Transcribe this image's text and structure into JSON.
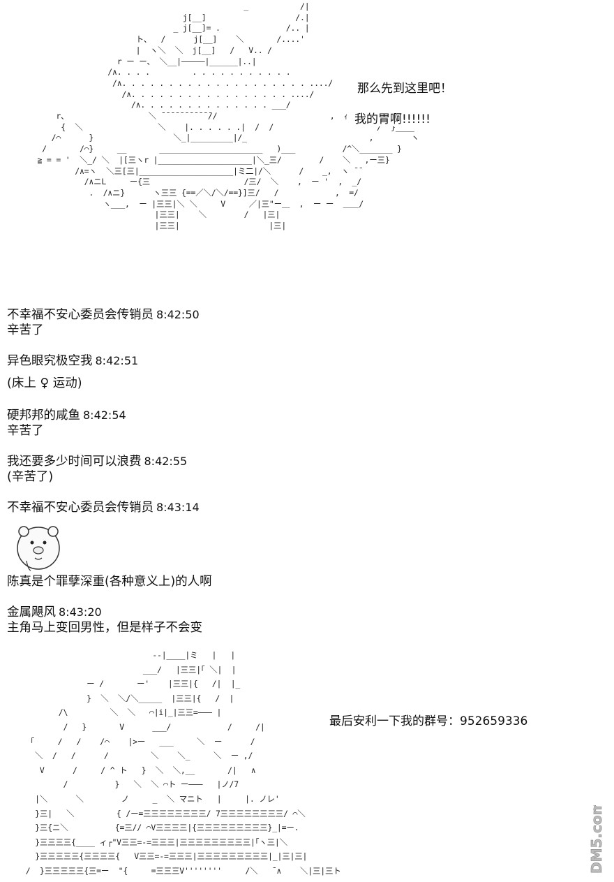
{
  "art": {
    "top_caption_1": "那么先到这里吧！",
    "top_caption_2": "我的胃啊!!!!!!",
    "bottom_caption": "最后安利一下我的群号：952659336"
  },
  "messages": [
    {
      "sender": "不幸福不安心委员会传销员",
      "time": "8:42:50",
      "text": "辛苦了"
    },
    {
      "sender": "异色眼究极空我",
      "time": "8:42:51",
      "text": "(床上 ♀ 运动)"
    },
    {
      "sender": "硬邦邦的咸鱼",
      "time": "8:42:54",
      "text": "辛苦了"
    },
    {
      "sender": "我还要多少时间可以浪费",
      "time": "8:42:55",
      "text": "(辛苦了)"
    },
    {
      "sender": "不幸福不安心委员会传销员",
      "time": "8:43:14",
      "text": "陈真是个罪孽深重(各种意义上)的人啊"
    },
    {
      "sender": "金属飓风",
      "time": "8:43:20",
      "text": "主角马上变回男性，但是样子不会变"
    }
  ],
  "watermark": {
    "text": "DM5.com"
  }
}
